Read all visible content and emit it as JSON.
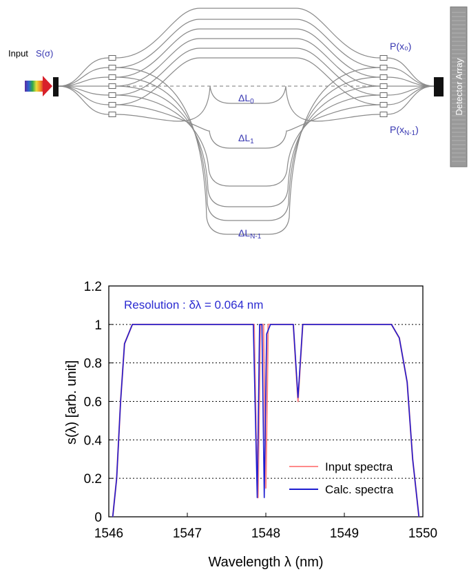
{
  "diagram": {
    "input_label": "Input",
    "input_signal": "S(σ)",
    "output_top": "P(x₀)",
    "output_bottom": "P(x",
    "output_bottom_sub": "N-1",
    "output_bottom_close": ")",
    "delta_l0": "ΔL",
    "delta_l0_sub": "0",
    "delta_l1": "ΔL",
    "delta_l1_sub": "1",
    "delta_ln": "ΔL",
    "delta_ln_sub": "N-1",
    "detector_label": "Detector Array",
    "colors": {
      "label_blue": "#3434b0",
      "waveguide": "#8a8a8a"
    }
  },
  "chart_data": {
    "type": "line",
    "xlabel": "Wavelength λ (nm)",
    "ylabel": "s(λ)   [arb. unit]",
    "xlim": [
      1546,
      1550
    ],
    "ylim": [
      0,
      1.2
    ],
    "xticks": [
      "1546",
      "1547",
      "1548",
      "1549",
      "1550"
    ],
    "yticks": [
      "0",
      "0.2",
      "0.4",
      "0.6",
      "0.8",
      "1",
      "1.2"
    ],
    "grid": "horizontal dotted",
    "annotation": "Resolution : δλ = 0.064 nm",
    "legend_position": "bottom-right",
    "series": [
      {
        "name": "Input spectra",
        "color": "#ff8a8a",
        "x": [
          1546.05,
          1546.1,
          1546.15,
          1546.2,
          1546.3,
          1546.4,
          1547.85,
          1547.88,
          1547.9,
          1547.93,
          1547.97,
          1548.0,
          1548.03,
          1548.07,
          1548.35,
          1548.41,
          1548.47,
          1549.6,
          1549.7,
          1549.8,
          1549.87,
          1549.95
        ],
        "y": [
          0,
          0.2,
          0.6,
          0.9,
          1,
          1,
          1,
          0.35,
          0.1,
          1,
          1,
          0.15,
          1,
          1,
          1,
          0.6,
          1,
          1,
          0.93,
          0.7,
          0.3,
          0
        ]
      },
      {
        "name": "Calc. spectra",
        "color": "#1c1cd0",
        "x": [
          1546.05,
          1546.1,
          1546.15,
          1546.2,
          1546.3,
          1546.4,
          1547.84,
          1547.89,
          1547.92,
          1547.95,
          1547.98,
          1548.01,
          1548.06,
          1548.35,
          1548.41,
          1548.47,
          1549.6,
          1549.7,
          1549.8,
          1549.87,
          1549.95
        ],
        "y": [
          0,
          0.2,
          0.6,
          0.9,
          1,
          1,
          1,
          0.1,
          1,
          1,
          0.1,
          0.95,
          1,
          1,
          0.62,
          1,
          1,
          0.93,
          0.7,
          0.3,
          0
        ]
      }
    ]
  }
}
